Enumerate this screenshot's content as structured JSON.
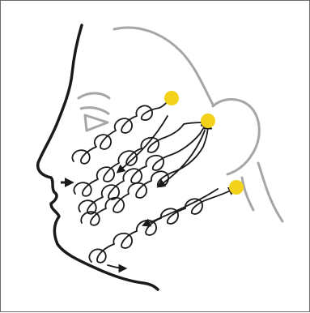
{
  "diagram": {
    "subject": "facial-lymphatic-massage-direction",
    "colors": {
      "profile_line": "#1a1a1a",
      "contour_line": "#a6a6a6",
      "spiral_stroke": "#1a1a1a",
      "lymph_node": "#f2d21b",
      "background": "#ffffff",
      "border": "#6b6b6b"
    },
    "icons": {
      "node": "filled-circle",
      "arrow": "arrowhead"
    },
    "node_count": 3,
    "spiral_row_count": 5
  }
}
